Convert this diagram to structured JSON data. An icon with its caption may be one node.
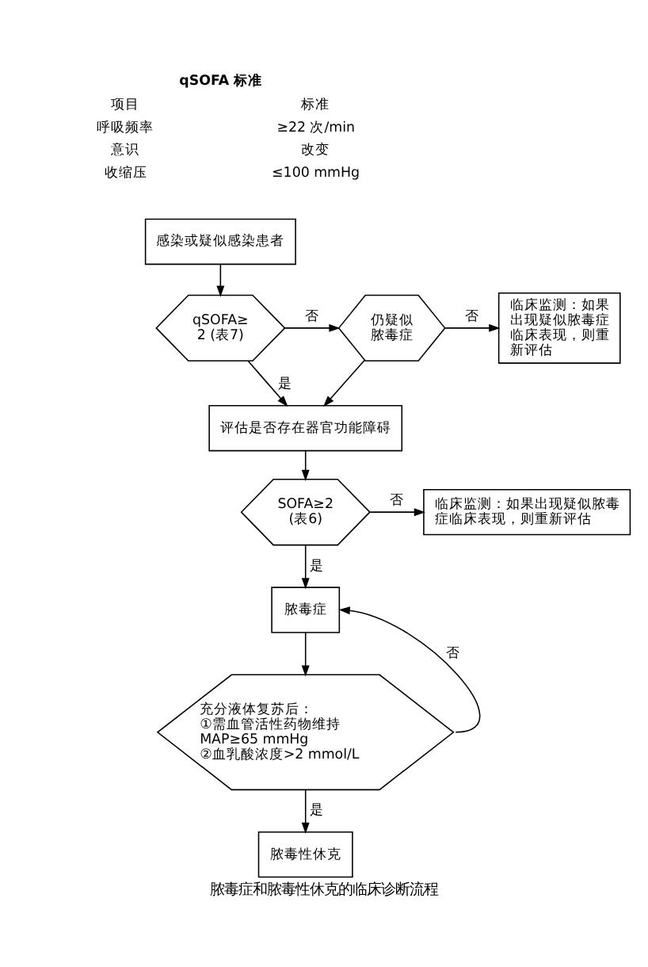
{
  "diagram": {
    "title": "qSOFA 标准",
    "caption": "脓毒症和脓毒性休克的临床诊断流程",
    "nodes": [
      {
        "text": [
          "感染或疑似感染患者"
        ]
      },
      {
        "text": [
          "qSOFA≥2 (表7)"
        ]
      },
      {
        "text": [
          "仍疑似脓毒症"
        ]
      },
      {
        "text": [
          "临床监测：如果出现疑似脓毒症临床表现，则重新评估"
        ]
      },
      {
        "text": [
          "评估是否存在器官功能障碍"
        ]
      },
      {
        "text": [
          "SOFA≥2 (表6)"
        ]
      },
      {
        "text": [
          "临床监测：如果出现疑似脓毒症临床表现，则重新评估"
        ]
      },
      {
        "text": [
          "脓毒症"
        ]
      },
      {
        "text": [
          "充分液体复苏后： ①需血管活性药物维持 MAP≥65 mmHg ②血乳酸浓度>2 mmol/L"
        ]
      },
      {
        "text": [
          "脓毒性休克"
        ]
      }
    ],
    "edges": [
      {
        "from": 0,
        "to": 1,
        "arrow": "to"
      },
      {
        "from": 1,
        "to": 2,
        "arrow": "to",
        "label": "否"
      },
      {
        "from": 2,
        "to": 3,
        "arrow": "to",
        "label": "否"
      },
      {
        "from": 1,
        "to": 4,
        "arrow": "to",
        "label": "是"
      },
      {
        "from": 2,
        "to": 4,
        "arrow": "to"
      },
      {
        "from": 4,
        "to": 5,
        "arrow": "to"
      },
      {
        "from": 5,
        "to": 6,
        "arrow": "to",
        "label": "否"
      },
      {
        "from": 5,
        "to": 7,
        "arrow": "to",
        "label": "是"
      },
      {
        "from": 7,
        "to": 8,
        "arrow": "to"
      },
      {
        "from": 8,
        "to": 7,
        "arrow": "to",
        "label": "否"
      },
      {
        "from": 8,
        "to": 9,
        "arrow": "to",
        "label": "是"
      }
    ],
    "labels": [
      "项目",
      "标准",
      "呼吸频率",
      "≥22 次/min",
      "意识",
      "改变",
      "收缩压",
      "≤100 mmHg"
    ]
  }
}
